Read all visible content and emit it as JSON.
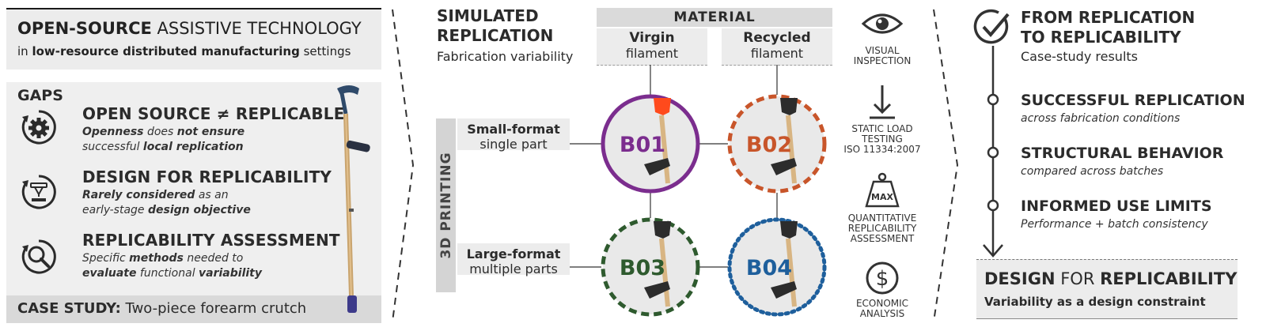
{
  "header": {
    "title_bold": "OPEN-SOURCE",
    "title_rest": " ASSISTIVE TECHNOLOGY",
    "subtitle_pre": "in ",
    "subtitle_bold1": "low-resource distributed manufacturing",
    "subtitle_post": " settings"
  },
  "gaps": {
    "label": "GAPS",
    "items": [
      {
        "heading": "OPEN SOURCE ≠ REPLICABLE",
        "icon": "gear-cycle-icon",
        "line1": [
          {
            "t": "Openness",
            "b": true
          },
          {
            "t": "  does ",
            "b": false
          },
          {
            "t": "not ensure",
            "b": true
          }
        ],
        "line2": [
          {
            "t": "successful ",
            "b": false
          },
          {
            "t": "local replication",
            "b": true
          }
        ]
      },
      {
        "heading": "DESIGN FOR REPLICABILITY",
        "icon": "3d-printer-cycle-icon",
        "line1": [
          {
            "t": "Rarely considered",
            "b": true
          },
          {
            "t": " as an",
            "b": false
          }
        ],
        "line2": [
          {
            "t": "early-stage ",
            "b": false
          },
          {
            "t": "design objective",
            "b": true
          }
        ]
      },
      {
        "heading": "REPLICABILITY ASSESSMENT",
        "icon": "magnifier-cycle-icon",
        "line1": [
          {
            "t": "Specific ",
            "b": false
          },
          {
            "t": "methods",
            "b": true
          },
          {
            "t": " needed to",
            "b": false
          }
        ],
        "line2": [
          {
            "t": "evaluate",
            "b": true
          },
          {
            "t": " functional ",
            "b": false
          },
          {
            "t": "variability",
            "b": true
          }
        ]
      }
    ],
    "case_study_label": "CASE STUDY:",
    "case_study_value": " Two-piece forearm crutch"
  },
  "simulation": {
    "title_line1": "SIMULATED",
    "title_line2": "REPLICATION",
    "subtitle": "Fabrication variability",
    "material_label": "MATERIAL",
    "materials": [
      {
        "name": "Virgin",
        "sub": "filament"
      },
      {
        "name": "Recycled",
        "sub": "filament"
      }
    ],
    "process_label": "3D PRINTING",
    "formats": [
      {
        "name": "Small-format",
        "sub": "single part"
      },
      {
        "name": "Large-format",
        "sub": "multiple parts"
      }
    ],
    "batches": [
      {
        "id": "B01",
        "color": "#7b2d8e",
        "tip_color": "#ff4a1c"
      },
      {
        "id": "B02",
        "color": "#c8552a",
        "tip_color": "#2c2c2c"
      },
      {
        "id": "B03",
        "color": "#2e5a2e",
        "tip_color": "#2c2c2c"
      },
      {
        "id": "B04",
        "color": "#1e5f9c",
        "tip_color": "#2c2c2c"
      }
    ]
  },
  "tests": [
    {
      "icon": "eye-icon",
      "lines": [
        "VISUAL",
        "INSPECTION"
      ]
    },
    {
      "icon": "down-arrow-load-icon",
      "lines": [
        "STATIC LOAD",
        "TESTING",
        "ISO 11334:2007"
      ]
    },
    {
      "icon": "weight-max-icon",
      "icon_text": "MAX",
      "lines": [
        "QUANTITATIVE",
        "REPLICABILITY",
        "ASSESSMENT"
      ]
    },
    {
      "icon": "dollar-icon",
      "lines": [
        "ECONOMIC",
        "ANALYSIS"
      ]
    }
  ],
  "results": {
    "title_line1": "FROM REPLICATION",
    "title_line2": "TO REPLICABILITY",
    "subtitle": "Case-study results",
    "items": [
      {
        "heading": "SUCCESSFUL REPLICATION",
        "sub": "across fabrication conditions"
      },
      {
        "heading": "STRUCTURAL BEHAVIOR",
        "sub": "compared across batches"
      },
      {
        "heading": "INFORMED USE LIMITS",
        "sub": "Performance + batch consistency"
      }
    ],
    "conclusion_bold1": "DESIGN",
    "conclusion_mid": " FOR ",
    "conclusion_bold2": "REPLICABILITY",
    "conclusion_sub": "Variability as a design constraint"
  }
}
